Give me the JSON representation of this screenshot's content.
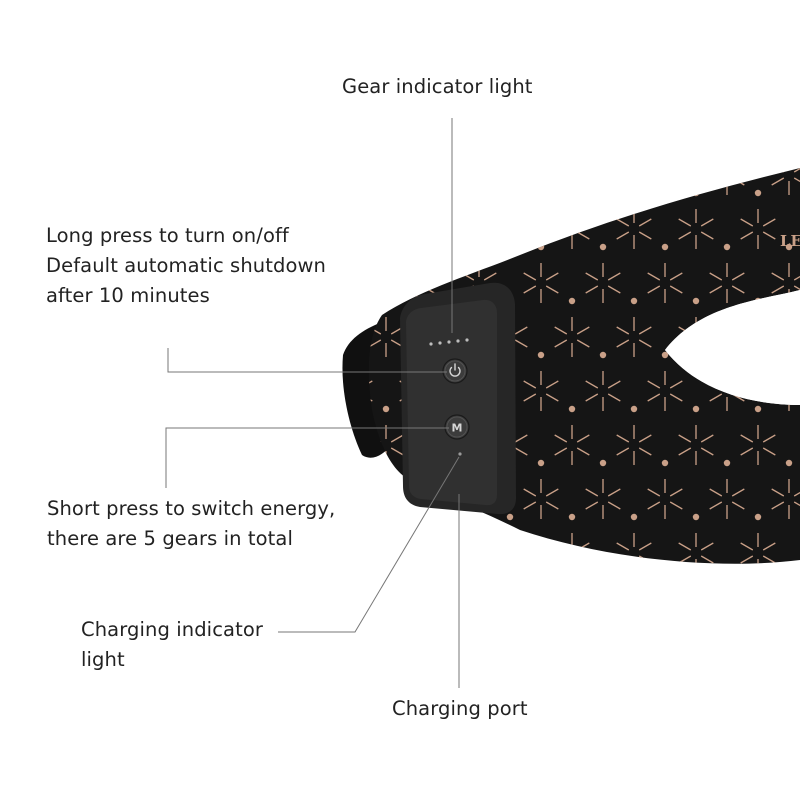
{
  "colors": {
    "background": "#ffffff",
    "text": "#222222",
    "leader_line": "#777777",
    "mask_body": "#151515",
    "pattern": "#c9a088",
    "control_panel": "#2e2e2e",
    "button": "#3a3a3a"
  },
  "device": {
    "brand_partial": "LE",
    "power_button_icon": "power-icon",
    "mode_button_glyph": "M",
    "gear_indicator_dots": 5
  },
  "callouts": {
    "gear_indicator": {
      "text": "Gear indicator light"
    },
    "power_button": {
      "line1": "Long press to turn on/off",
      "line2": "Default automatic shutdown",
      "line3": "after 10 minutes"
    },
    "mode_button": {
      "line1": "Short press to switch energy,",
      "line2": "there are 5 gears in total"
    },
    "charging_indicator": {
      "line1": "Charging indicator",
      "line2": "light"
    },
    "charging_port": {
      "text": "Charging port"
    }
  }
}
